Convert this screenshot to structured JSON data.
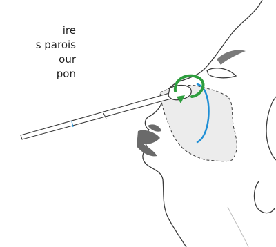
{
  "caption": {
    "lines": [
      "ire",
      "s parois",
      "our",
      "pon"
    ]
  },
  "colors": {
    "rotation_arrow": "#2e9e3e",
    "sinus_ring": "#1f8fd6",
    "sinus_area": "#ececec",
    "outline": "#3a3a3a"
  },
  "icons": {
    "rotation": "circular-arrow-icon"
  }
}
